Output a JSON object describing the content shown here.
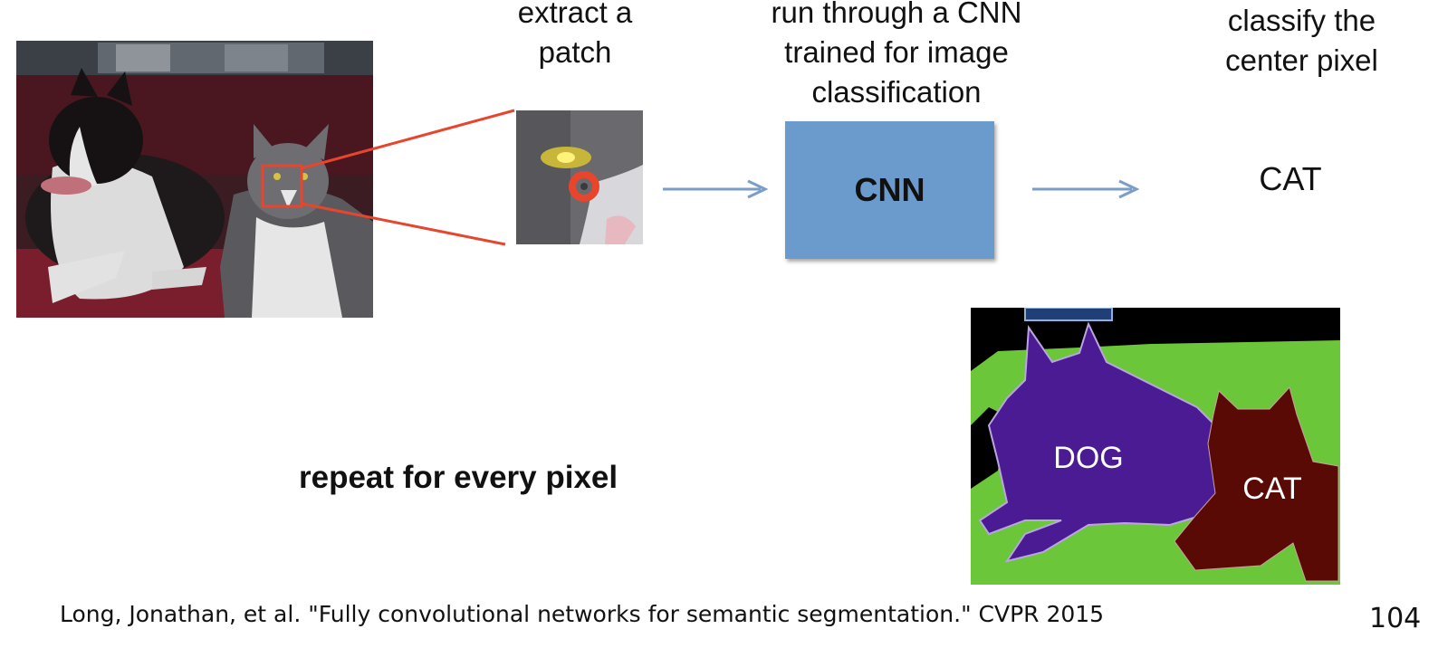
{
  "steps": {
    "extract": "extract a\npatch",
    "cnn": "run through a CNN\ntrained for image\nclassification",
    "classify": "classify the\ncenter  pixel"
  },
  "cnn_box_label": "CNN",
  "result_label": "CAT",
  "repeat_text": "repeat for every pixel",
  "segmentation": {
    "dog_label": "DOG",
    "cat_label": "CAT",
    "colors": {
      "background": "#000000",
      "grass": "#6cc63a",
      "dog": "#4b1b93",
      "cat": "#5a0a05",
      "frame": "#1f3f76"
    }
  },
  "citation": "Long, Jonathan, et al. \"Fully convolutional networks for semantic segmentation.\" CVPR 2015",
  "page_number": "104",
  "colors": {
    "cnn_box": "#6b9acd",
    "arrow": "#7a9ec8",
    "highlight": "#e8452d"
  }
}
